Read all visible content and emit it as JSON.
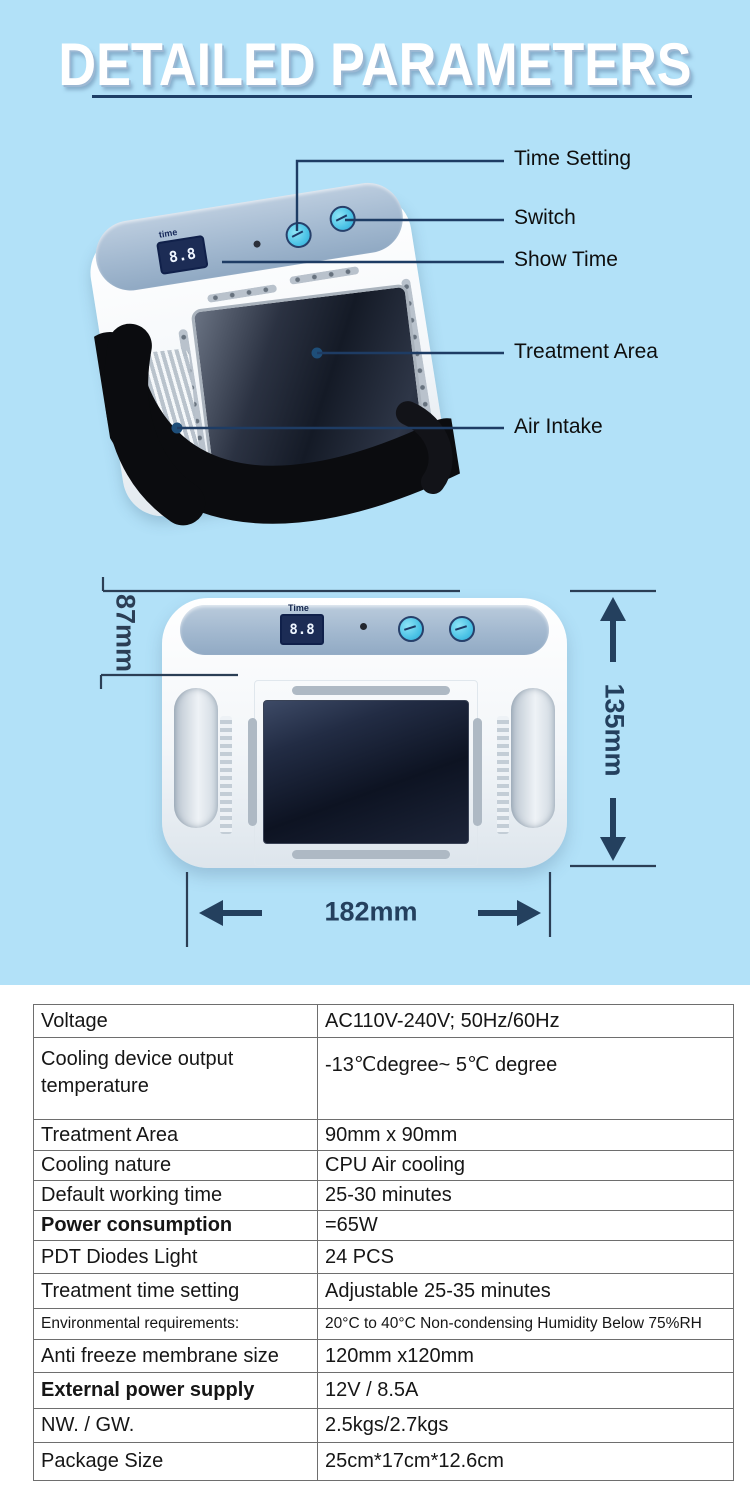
{
  "title": {
    "text": "DETAILED PARAMETERS"
  },
  "colors": {
    "background_blue": "#b2e1f8",
    "accent_navy": "#24405e",
    "leader_line": "#1e3c64",
    "panel_slate": "#a3b9d0",
    "button_cyan": "#4cc3e6",
    "pad_dark": "#141a26"
  },
  "callouts": {
    "time_setting": "Time Setting",
    "switch": "Switch",
    "show_time": "Show Time",
    "treatment_area": "Treatment Area",
    "air_intake": "Air Intake"
  },
  "dimensions": {
    "device_depth": "87mm",
    "device_height": "135mm",
    "device_width": "182mm"
  },
  "device": {
    "display_label_top_photo": "time",
    "display_label_front_photo": "Time",
    "display_value": "8.8"
  },
  "spec_table": {
    "rows": [
      {
        "label": "Voltage",
        "value": "AC110V-240V; 50Hz/60Hz"
      },
      {
        "label": "Cooling device output temperature",
        "value": "-13℃degree~ 5℃ degree"
      },
      {
        "label": "Treatment Area",
        "value": "90mm x 90mm"
      },
      {
        "label": "Cooling nature",
        "value": "CPU Air cooling"
      },
      {
        "label": "Default working time",
        "value": "25-30 minutes"
      },
      {
        "label": "Power consumption",
        "value": "=65W"
      },
      {
        "label": "PDT Diodes Light",
        "value": "24 PCS"
      },
      {
        "label": "Treatment time setting",
        "value": "Adjustable 25-35 minutes"
      },
      {
        "label": "Environmental requirements:",
        "value": "20°C to 40°C Non-condensing Humidity Below 75%RH"
      },
      {
        "label": "Anti freeze membrane size",
        "value": "120mm x120mm"
      },
      {
        "label": "External power supply",
        "value": "12V / 8.5A"
      },
      {
        "label": "NW. / GW.",
        "value": "2.5kgs/2.7kgs"
      },
      {
        "label": "Package Size",
        "value": "25cm*17cm*12.6cm"
      }
    ]
  }
}
